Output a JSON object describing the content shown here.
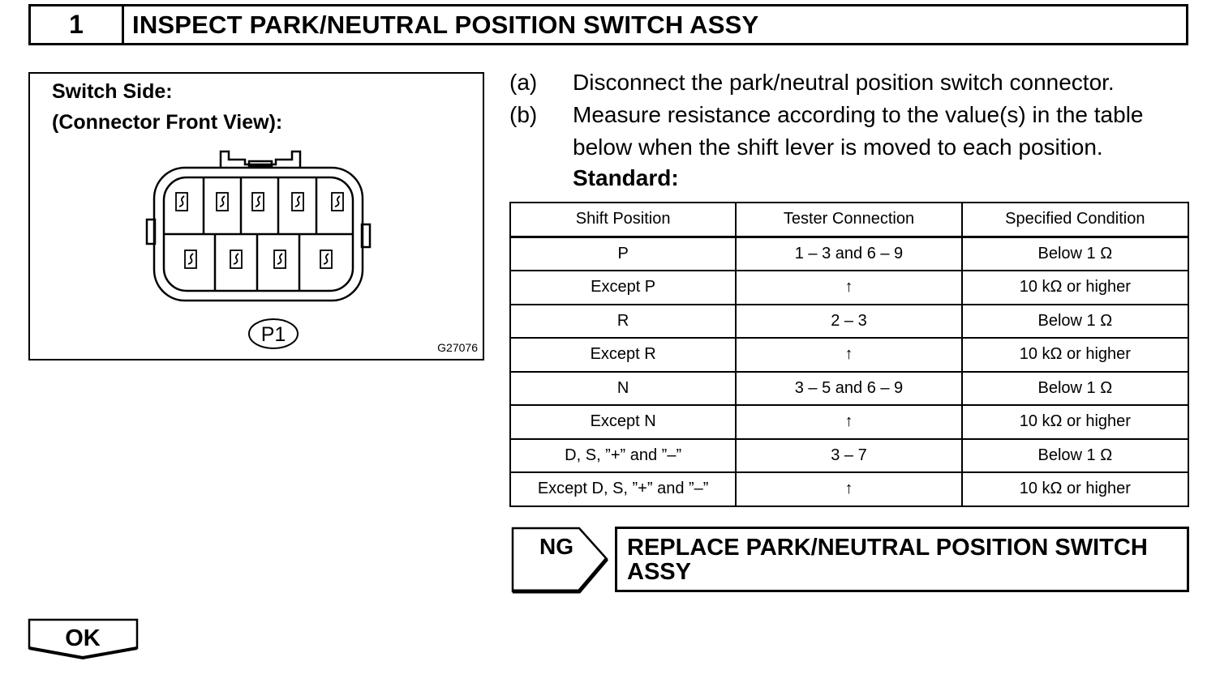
{
  "header": {
    "step_number": "1",
    "title": "INSPECT PARK/NEUTRAL POSITION SWITCH ASSY"
  },
  "figure": {
    "caption_line1": "Switch Side:",
    "caption_line2": "(Connector Front View):",
    "connector_label": "P1",
    "figure_code": "G27076",
    "terminal_rows": [
      5,
      4
    ]
  },
  "steps": [
    {
      "letter": "(a)",
      "lines": [
        "Disconnect the park/neutral position switch connector."
      ]
    },
    {
      "letter": "(b)",
      "lines": [
        "Measure resistance according to the value(s) in the table",
        "below when the shift lever is moved to each position."
      ]
    }
  ],
  "standard_label": "Standard:",
  "table": {
    "headers": [
      "Shift Position",
      "Tester Connection",
      "Specified Condition"
    ],
    "rows": [
      [
        "P",
        "1 – 3 and 6 – 9",
        "Below 1 Ω"
      ],
      [
        "Except P",
        "↑",
        "10 kΩ or higher"
      ],
      [
        "R",
        "2 – 3",
        "Below 1 Ω"
      ],
      [
        "Except R",
        "↑",
        "10 kΩ or higher"
      ],
      [
        "N",
        "3 – 5 and 6 – 9",
        "Below 1 Ω"
      ],
      [
        "Except N",
        "↑",
        "10 kΩ or higher"
      ],
      [
        "D, S, ”+” and ”–”",
        "3 – 7",
        "Below 1 Ω"
      ],
      [
        "Except D, S, ”+” and ”–”",
        "↑",
        "10 kΩ or higher"
      ]
    ]
  },
  "ng": {
    "label": "NG",
    "action_line1": "REPLACE PARK/NEUTRAL POSITION SWITCH",
    "action_line2": "ASSY"
  },
  "ok": {
    "label": "OK"
  }
}
